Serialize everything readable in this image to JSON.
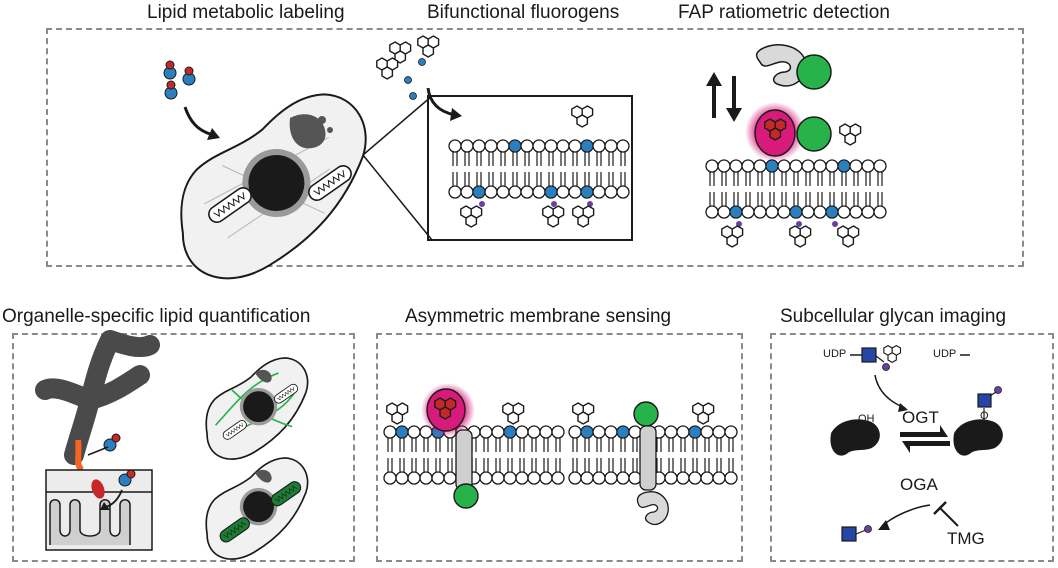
{
  "titles": {
    "lipid_metabolic_labeling": "Lipid metabolic labeling",
    "bifunctional_fluorogens": "Bifunctional fluorogens",
    "fap_ratiometric_detection": "FAP ratiometric detection",
    "organelle_specific": "Organelle-specific lipid quantification",
    "asymmetric_membrane": "Asymmetric membrane sensing",
    "subcellular_glycan": "Subcellular glycan imaging"
  },
  "glycan_panel": {
    "udp_left": "UDP",
    "udp_right": "UDP",
    "oh_label": "OH",
    "o_label": "O",
    "ogt": "OGT",
    "oga": "OGA",
    "tmg": "TMG"
  },
  "colors": {
    "blue_sphere": "#2a7fc1",
    "red_sphere": "#c62828",
    "purple_link": "#6a3fa0",
    "magenta_fap": "#d81b7a",
    "green_fluor": "#27b34a",
    "orange_protein": "#f26522",
    "glcnac_square": "#2546a6",
    "dash_border": "#8a8a8a"
  },
  "icons": [
    "cell-icon",
    "nucleus-icon",
    "mitochondrion-icon",
    "golgi-icon",
    "lipid-bilayer-icon",
    "fluorogen-icon",
    "fap-protein-icon",
    "equilibrium-arrows-icon",
    "protein-blob-icon",
    "inhibition-arrow-icon"
  ]
}
